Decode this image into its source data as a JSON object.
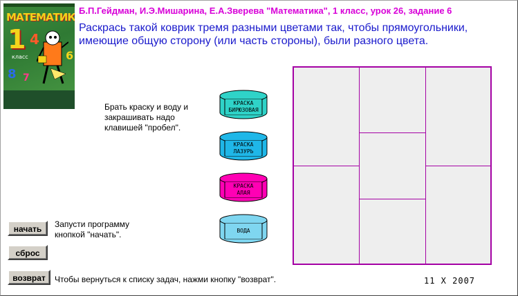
{
  "header": {
    "title": "Б.П.Гейдман, И.Э.Мишарина, Е.А.Зверева \"Математика\", 1 класс, урок 26, задание 6"
  },
  "task": {
    "text": "Раскрась такой коврик тремя разными цветами так, чтобы прямоугольники, имеющие общую сторону (или часть стороны), были разного цвета."
  },
  "cover": {
    "title": "МАТЕМАТИКА",
    "grade": "1",
    "klass_label": "класс"
  },
  "hint": {
    "text": "Брать краску и воду и закрашивать надо клавишей \"пробел\"."
  },
  "buckets": [
    {
      "label": "КРАСКА БИРЮЗОВАЯ",
      "color": "#2fd3c8",
      "icon": "paint-bucket-turquoise"
    },
    {
      "label": "КРАСКА ЛАЗУРЬ",
      "color": "#1fb7e8",
      "icon": "paint-bucket-azure"
    },
    {
      "label": "КРАСКА АЛАЯ",
      "color": "#ff00b4",
      "icon": "paint-bucket-scarlet"
    },
    {
      "label": "ВОДА",
      "color": "#7fd6f0",
      "icon": "water-bucket"
    }
  ],
  "grid_color": "#a400a4",
  "buttons": {
    "start": "начать",
    "reset": "сброс",
    "back": "возврат"
  },
  "notes": {
    "start": "Запусти программу кнопкой \"начать\".",
    "back": "Чтобы вернуться к списку задач, нажми кнопку \"возврат\"."
  },
  "date": "11 X 2007"
}
